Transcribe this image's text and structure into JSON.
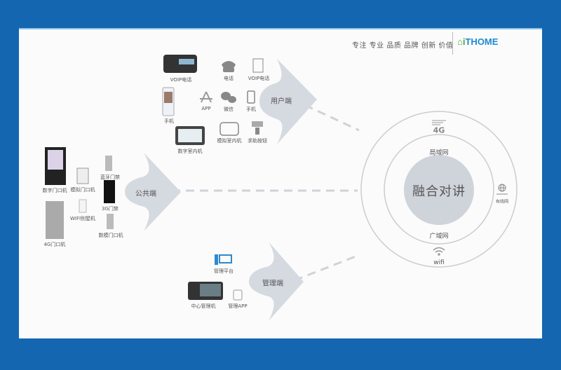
{
  "header": {
    "slogan": "专注 专业  品质 品牌  创新 价值",
    "logo_mark": "i",
    "logo_text": "THOME"
  },
  "user_end": {
    "label": "用户端",
    "devices": [
      "VOIP电话",
      "手机",
      "数字室内机",
      "电话",
      "VOIP电话",
      "APP",
      "微信",
      "手机",
      "模拟室内机",
      "求助按钮"
    ]
  },
  "public_end": {
    "label": "公共端",
    "devices": [
      "数字门口机",
      "模拟门口机",
      "蓝牙门禁",
      "3G门禁",
      "WIFI别墅机",
      "数模门口机",
      "4G门口机"
    ]
  },
  "management_end": {
    "label": "管理端",
    "devices": [
      "管理平台",
      "中心管理机",
      "管理APP"
    ]
  },
  "hub": {
    "center": "融合对讲",
    "inner_top": "局域网",
    "inner_bottom": "广域网",
    "outer_top": "4G",
    "outer_right": "有线网",
    "outer_bottom": "wifi"
  },
  "colors": {
    "background": "#1466b0",
    "arrow": "#d5d9e0",
    "core": "#cfd3da"
  }
}
